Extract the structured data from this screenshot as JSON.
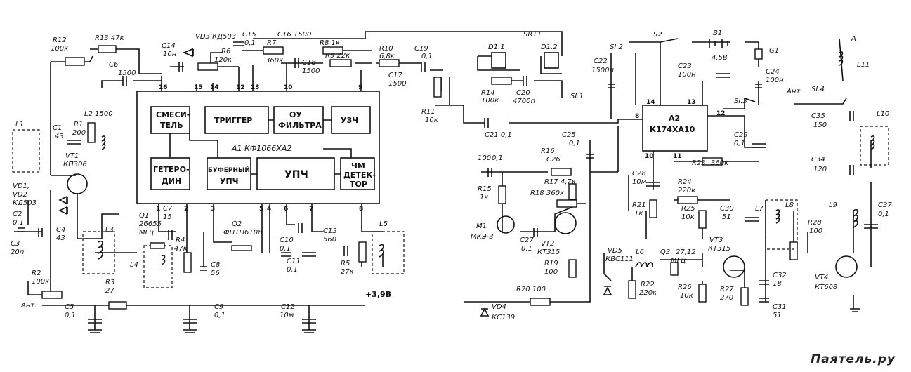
{
  "ic_title": "A1 КФ1066ХА2",
  "watermark": "Паятель.ру",
  "blocks": [
    {
      "id": "smes",
      "line1": "СМЕСИ-",
      "line2": "ТЕЛЬ"
    },
    {
      "id": "trig",
      "line1": "ТРИГГЕР",
      "line2": ""
    },
    {
      "id": "ou",
      "line1": "ОУ",
      "line2": "ФИЛЬТРА"
    },
    {
      "id": "uzch",
      "line1": "УЗЧ",
      "line2": ""
    },
    {
      "id": "get",
      "line1": "ГЕТЕРО-",
      "line2": "ДИН"
    },
    {
      "id": "buf",
      "line1": "БУФЕРНЫЙ",
      "line2": "УПЧ"
    },
    {
      "id": "upch",
      "line1": "УПЧ",
      "line2": ""
    },
    {
      "id": "det",
      "line1": "ЧМ",
      "line2": "ДЕТЕК-",
      "line3": "ТОР"
    },
    {
      "id": "a2",
      "line1": "A2",
      "line2": "К174ХА10"
    }
  ],
  "ic_pins": [
    "16",
    "15",
    "14",
    "12",
    "13",
    "10",
    "9",
    "1",
    "2",
    "3",
    "4",
    "5",
    "6",
    "7",
    "8"
  ],
  "a2_pins": [
    "8",
    "12",
    "14",
    "13",
    "10",
    "11"
  ],
  "labels": [
    "R12",
    "100к",
    "R13 47к",
    "C6",
    "1500",
    "C14",
    "10н",
    "VD3 КД503",
    "C15",
    "R6",
    "120к",
    "C16 1500",
    "R7",
    "360к",
    "R8 1к",
    "0,1",
    "C18",
    "1500",
    "R9 22к",
    "R10",
    "6,8к",
    "C19",
    "0,1",
    "C17",
    "1500",
    "R11",
    "10к",
    "SR11",
    "D1.1",
    "D1.2",
    "R14",
    "100к",
    "C20",
    "4700п",
    "C21 0,1",
    "SI.2",
    "S2",
    "B1",
    "4,5В",
    "G1",
    "C22",
    "1500п",
    "C23",
    "100н",
    "C24",
    "100н",
    "SI.1",
    "SI.3",
    "A",
    "L11",
    "SI.4",
    "Ант.",
    "C35",
    "150",
    "L10",
    "C34",
    "120",
    "C29",
    "0,1",
    "L1",
    "C1",
    "43",
    "R1",
    "200",
    "L2 1500",
    "VT1",
    "КП306",
    "VD1,",
    "VD2",
    "КД503",
    "C2",
    "0,1",
    "C3",
    "20п",
    "C4",
    "43",
    "R2",
    "100к",
    "L3",
    "L4",
    "R3",
    "27",
    "C5",
    "0,1",
    "Ант.",
    "Q1",
    "26655",
    "МГц",
    "C7",
    "15",
    "R4",
    "47к",
    "C8",
    "56",
    "C9",
    "0,1",
    "Q2",
    "ФП1П6108",
    "C10",
    "0,1",
    "C11",
    "0,1",
    "C13",
    "560",
    "R5",
    "27к",
    "L5",
    "C12",
    "10м",
    "+3,9В",
    "C25",
    "0,1",
    "R16",
    "100",
    "C26",
    "0,1",
    "R15",
    "1к",
    "R17 4,7к",
    "R18 360к",
    "M1",
    "МКЭ-3",
    "C27",
    "0,1",
    "VT2",
    "КТ315",
    "R19",
    "100",
    "R20 100",
    "VD4",
    "КС139",
    "C28",
    "10м",
    "R21",
    "1к",
    "R23",
    "360к",
    "R24",
    "220к",
    "R25",
    "10к",
    "C30",
    "51",
    "L7",
    "L8",
    "L9",
    "R28",
    "100",
    "C37",
    "0,1",
    "VD5",
    "КВС111",
    "L6",
    "Q3",
    "27,12",
    "МГц",
    "VT3",
    "КТ315",
    "R22",
    "220к",
    "R26",
    "10к",
    "R27",
    "270",
    "C32",
    "18",
    "C31",
    "51",
    "VT4",
    "КТ608"
  ]
}
